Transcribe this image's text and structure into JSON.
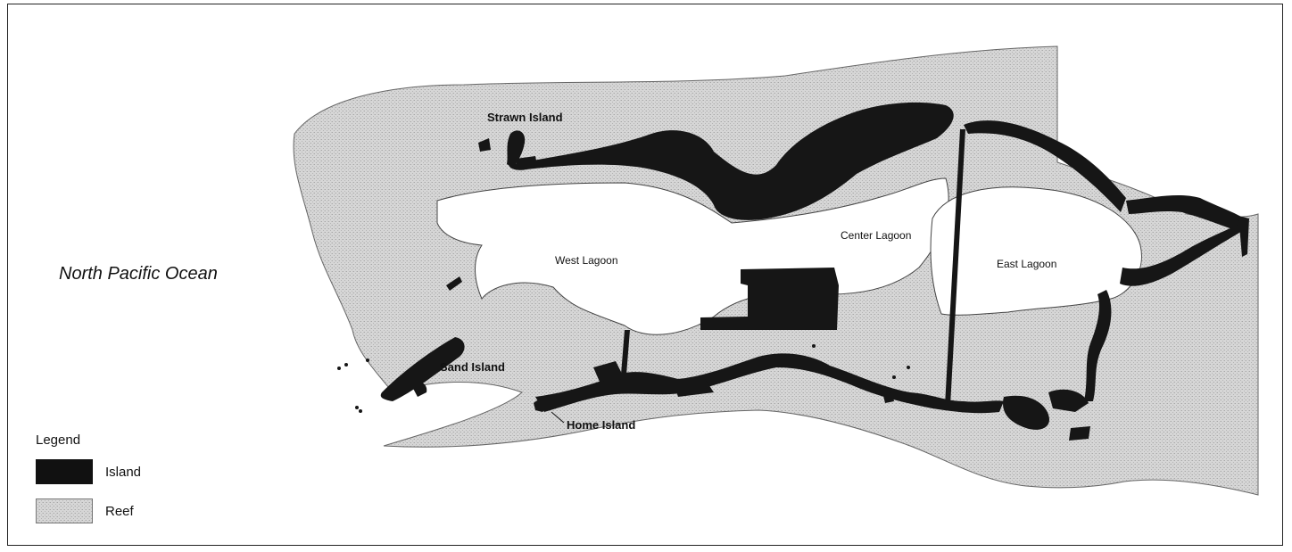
{
  "map": {
    "ocean_label": "North Pacific Ocean",
    "islands": {
      "strawn": "Strawn Island",
      "sand": "Sand Island",
      "home": "Home Island"
    },
    "lagoons": {
      "west": "West Lagoon",
      "center": "Center Lagoon",
      "east": "East Lagoon"
    }
  },
  "legend": {
    "title": "Legend",
    "items": [
      {
        "label": "Island",
        "color": "#111111"
      },
      {
        "label": "Reef",
        "color": "#cfcfcf"
      }
    ]
  }
}
